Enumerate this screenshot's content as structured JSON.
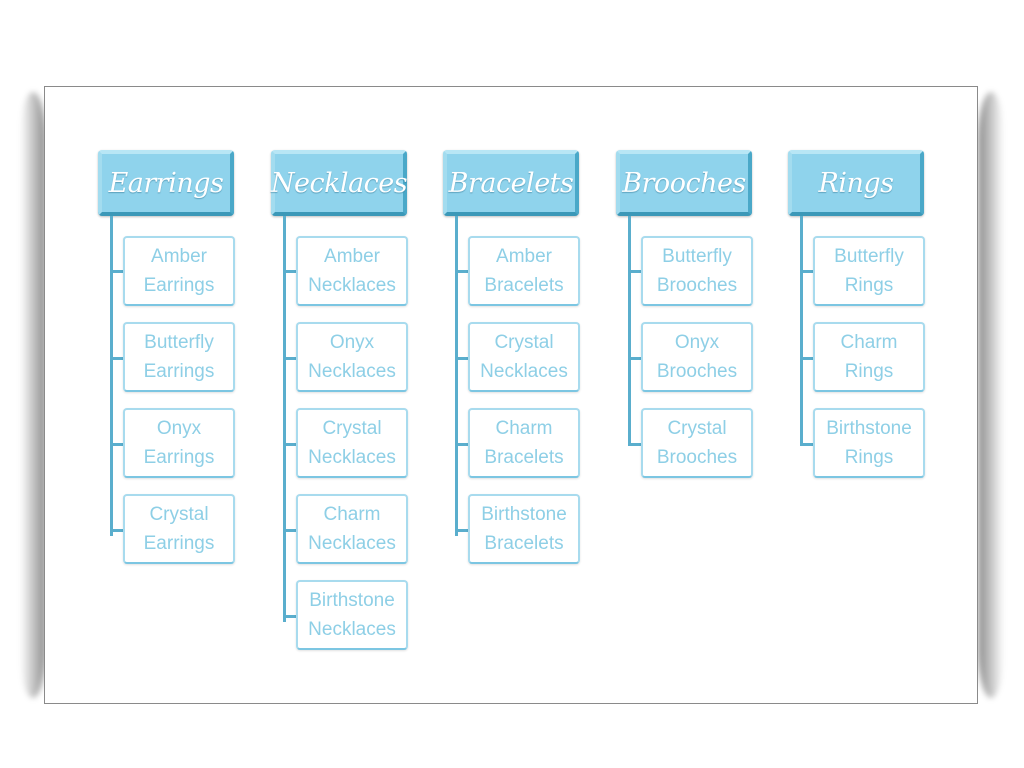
{
  "categories": [
    {
      "title": "Earrings",
      "items": [
        {
          "line1": "Amber",
          "line2": "Earrings"
        },
        {
          "line1": "Butterfly",
          "line2": "Earrings"
        },
        {
          "line1": "Onyx",
          "line2": "Earrings"
        },
        {
          "line1": "Crystal",
          "line2": "Earrings"
        }
      ]
    },
    {
      "title": "Necklaces",
      "items": [
        {
          "line1": "Amber",
          "line2": "Necklaces"
        },
        {
          "line1": "Onyx",
          "line2": "Necklaces"
        },
        {
          "line1": "Crystal",
          "line2": "Necklaces"
        },
        {
          "line1": "Charm",
          "line2": "Necklaces"
        },
        {
          "line1": "Birthstone",
          "line2": "Necklaces"
        }
      ]
    },
    {
      "title": "Bracelets",
      "items": [
        {
          "line1": "Amber",
          "line2": "Bracelets"
        },
        {
          "line1": "Crystal",
          "line2": "Necklaces"
        },
        {
          "line1": "Charm",
          "line2": "Bracelets"
        },
        {
          "line1": "Birthstone",
          "line2": "Bracelets"
        }
      ]
    },
    {
      "title": "Brooches",
      "items": [
        {
          "line1": "Butterfly",
          "line2": "Brooches"
        },
        {
          "line1": "Onyx",
          "line2": "Brooches"
        },
        {
          "line1": "Crystal",
          "line2": "Brooches"
        }
      ]
    },
    {
      "title": "Rings",
      "items": [
        {
          "line1": "Butterfly",
          "line2": "Rings"
        },
        {
          "line1": "Charm",
          "line2": "Rings"
        },
        {
          "line1": "Birthstone",
          "line2": "Rings"
        }
      ]
    }
  ],
  "colors": {
    "header_fill": "#8fd3ec",
    "connector": "#5aaecd",
    "child_border": "#a8dbee",
    "child_text": "#8ecfe6"
  }
}
